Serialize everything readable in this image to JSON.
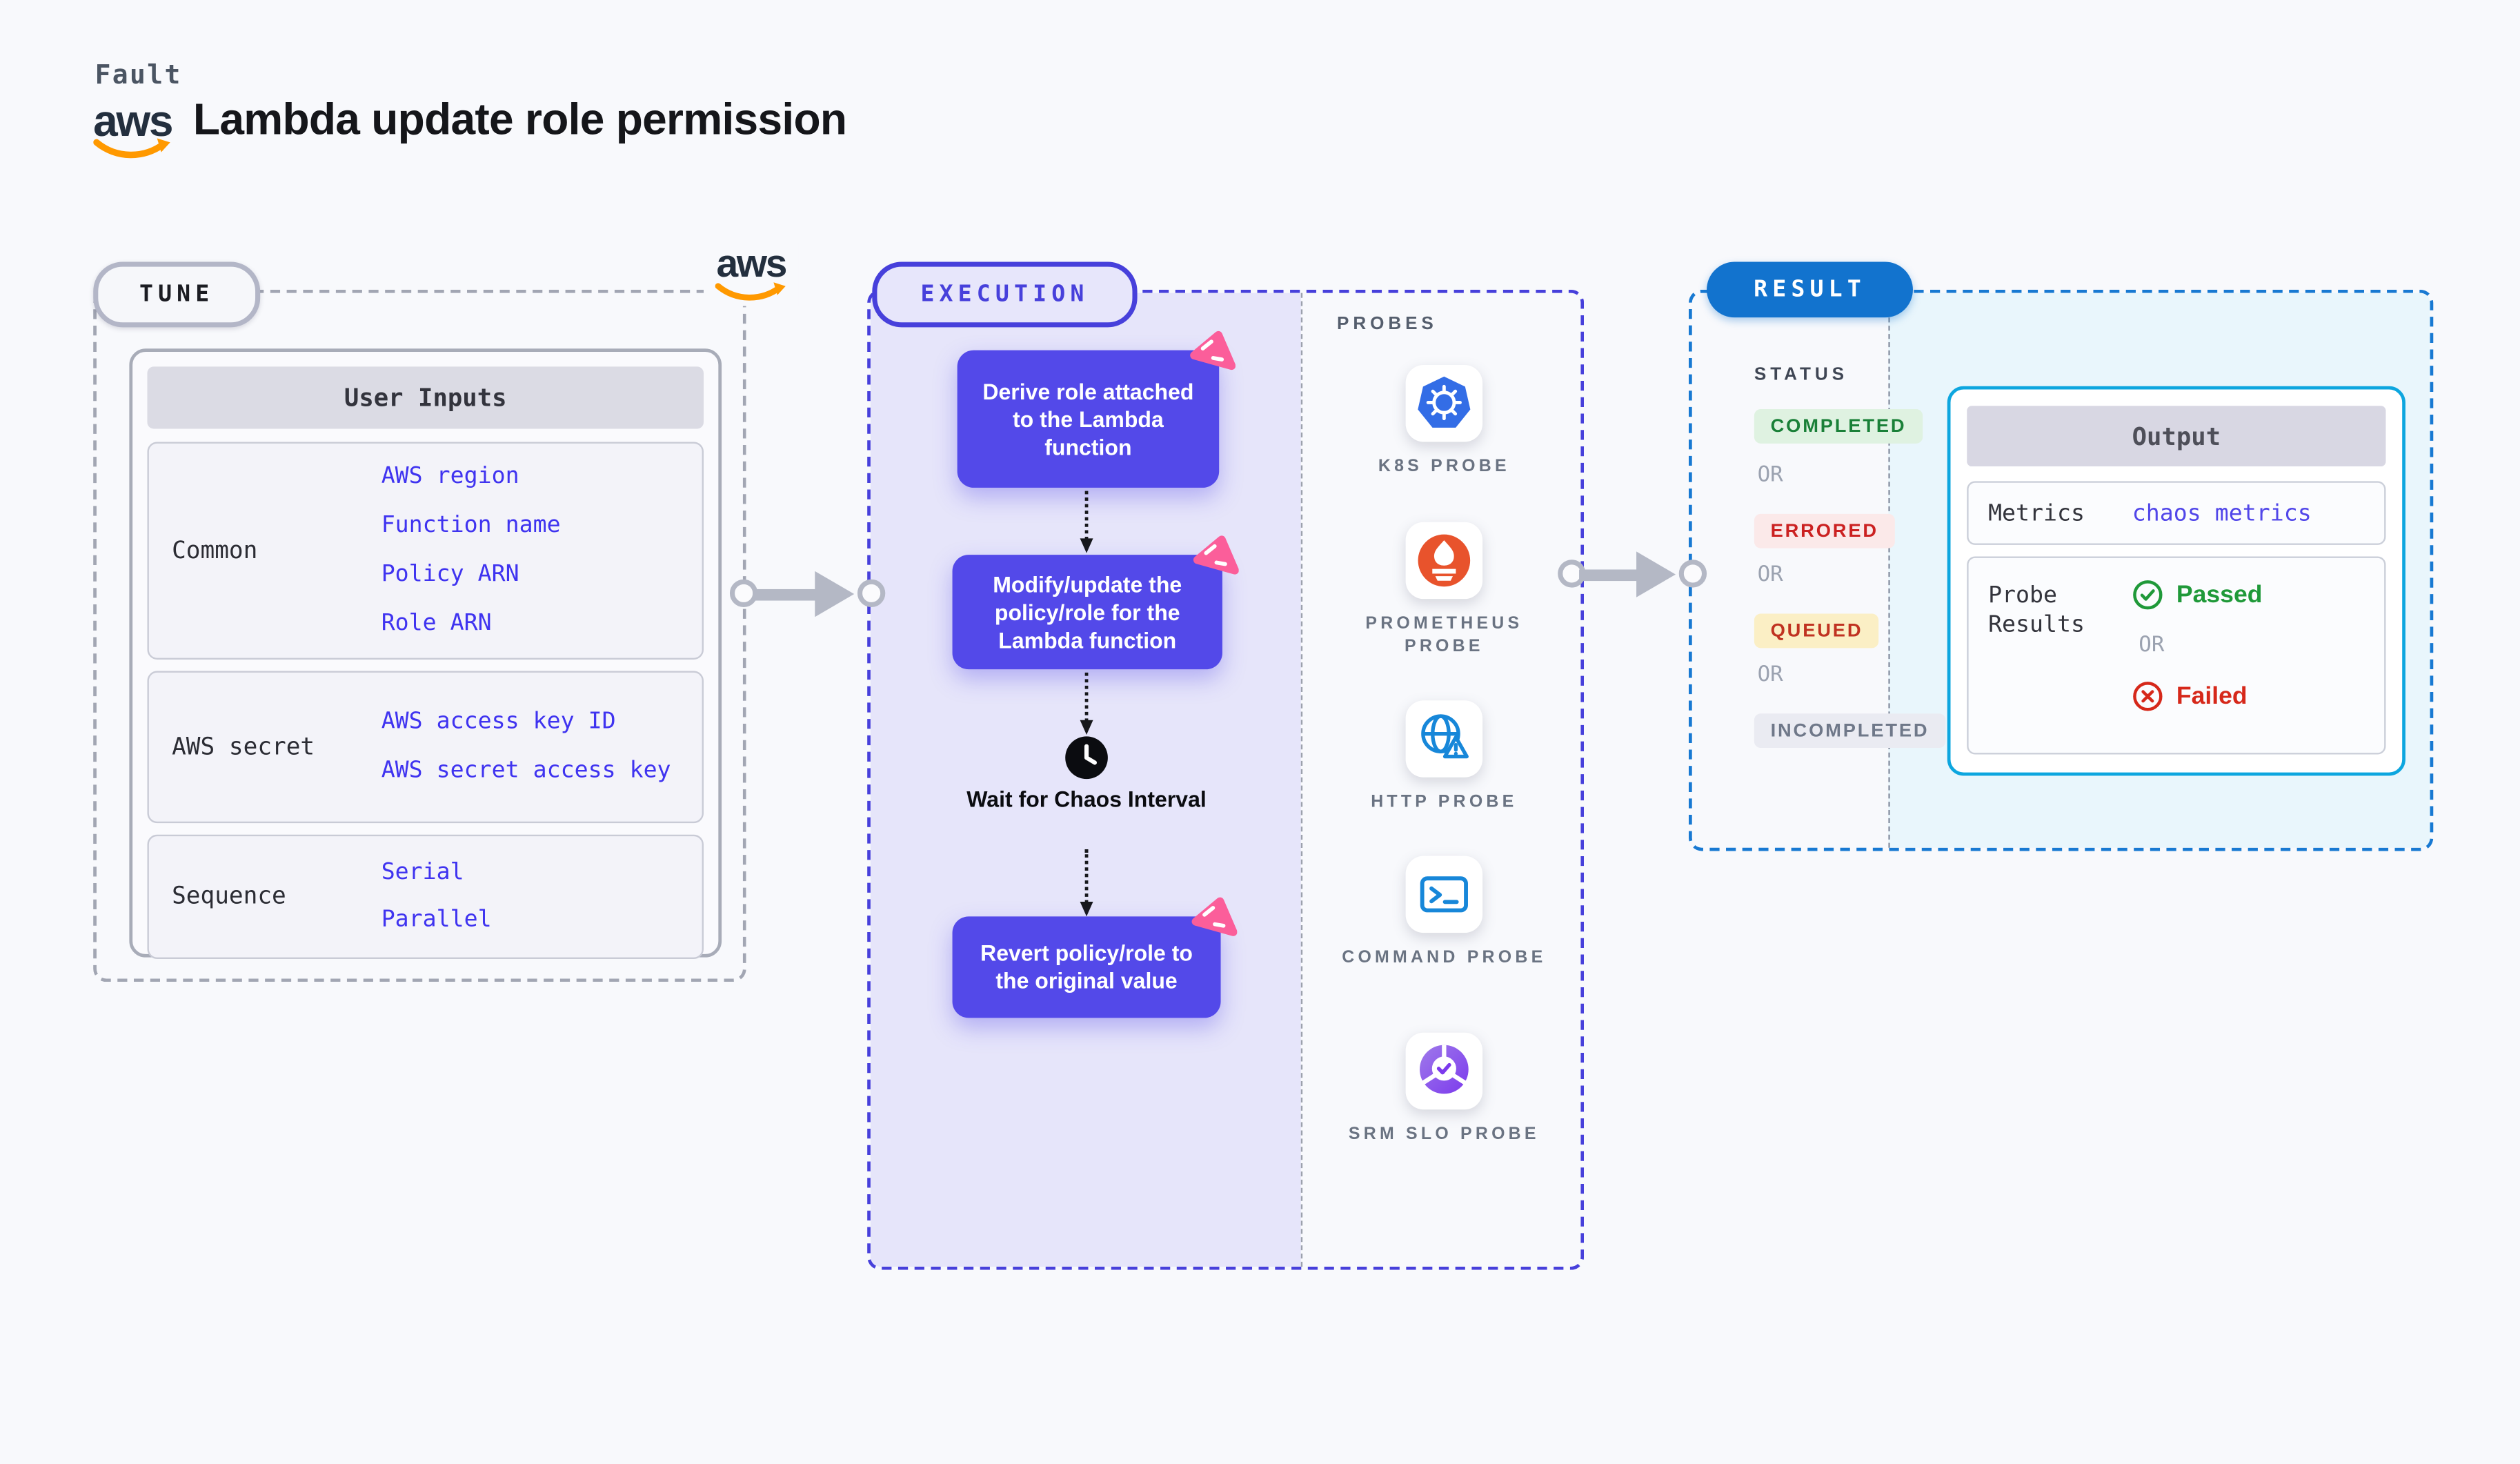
{
  "header": {
    "eyebrow": "Fault",
    "logo_text": "aws",
    "title": "Lambda update role permission"
  },
  "tune": {
    "badge": "TUNE",
    "table": {
      "title": "User Inputs",
      "groups": [
        {
          "label": "Common",
          "items": [
            "AWS region",
            "Function name",
            "Policy ARN",
            "Role ARN"
          ]
        },
        {
          "label": "AWS secret",
          "items": [
            "AWS access key ID",
            "AWS secret access key"
          ]
        },
        {
          "label": "Sequence",
          "items": [
            "Serial",
            "Parallel"
          ]
        }
      ]
    }
  },
  "execution": {
    "badge": "EXECUTION",
    "steps": [
      "Derive role attached to the Lambda function",
      "Modify/update the policy/role for the Lambda function",
      "Revert policy/role to the original value"
    ],
    "wait_label": "Wait for Chaos Interval",
    "probes": {
      "title": "PROBES",
      "items": [
        {
          "icon": "kubernetes-icon",
          "label": "K8S PROBE"
        },
        {
          "icon": "prometheus-icon",
          "label": "PROMETHEUS PROBE"
        },
        {
          "icon": "http-globe-warning-icon",
          "label": "HTTP PROBE"
        },
        {
          "icon": "terminal-icon",
          "label": "COMMAND PROBE"
        },
        {
          "icon": "slo-pie-check-icon",
          "label": "SRM SLO PROBE"
        }
      ]
    }
  },
  "result": {
    "badge": "RESULT",
    "status": {
      "title": "STATUS",
      "or": "OR",
      "badges": [
        {
          "label": "COMPLETED",
          "fg": "#1A8038",
          "bg": "#DFF2E1"
        },
        {
          "label": "ERRORED",
          "fg": "#CB2121",
          "bg": "#FBE9E9"
        },
        {
          "label": "QUEUED",
          "fg": "#C03221",
          "bg": "#FBEFC5"
        },
        {
          "label": "INCOMPLETED",
          "fg": "#6F7889",
          "bg": "#EAEBF2"
        }
      ]
    },
    "output": {
      "title": "Output",
      "metrics_label": "Metrics",
      "metrics_value": "chaos metrics",
      "probe_label": "Probe Results",
      "passed": "Passed",
      "or": "OR",
      "failed": "Failed"
    }
  },
  "colors": {
    "page_bg": "#F8F9FC",
    "indigo": "#4740DB",
    "execution_fill": "#E6E5FA",
    "step_box": "#5349E9",
    "chaos_pink": "#FB5E9A",
    "result_blue": "#1273CE",
    "result_fill": "#E9F6FC",
    "output_border": "#0DA6DF",
    "link_blue": "#3F33F0",
    "aws_orange": "#FF9900",
    "gray_dash": "#A2A6B3"
  }
}
